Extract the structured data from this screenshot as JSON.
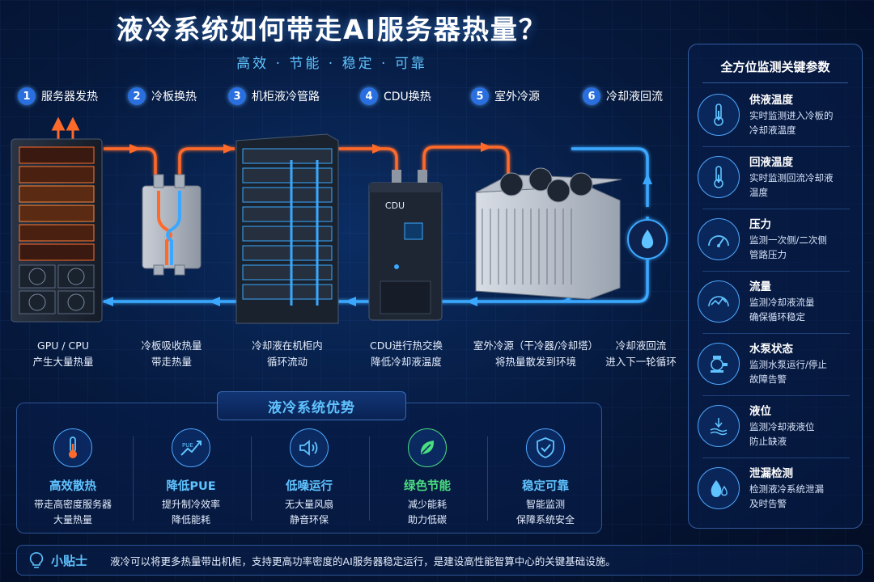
{
  "title": "液冷系统如何带走AI服务器热量？",
  "subtitle": "高效 · 节能 · 稳定 · 可靠",
  "steps": [
    {
      "num": "1",
      "label": "服务器发热"
    },
    {
      "num": "2",
      "label": "冷板换热"
    },
    {
      "num": "3",
      "label": "机柜液冷管路"
    },
    {
      "num": "4",
      "label": "CDU换热"
    },
    {
      "num": "5",
      "label": "室外冷源"
    },
    {
      "num": "6",
      "label": "冷却液回流"
    }
  ],
  "cdu_label": "CDU",
  "captions": [
    {
      "line1": "GPU / CPU",
      "line2": "产生大量热量"
    },
    {
      "line1": "冷板吸收热量",
      "line2": "带走热量"
    },
    {
      "line1": "冷却液在机柜内",
      "line2": "循环流动"
    },
    {
      "line1": "CDU进行热交换",
      "line2": "降低冷却液温度"
    },
    {
      "line1": "室外冷源（干冷器/冷却塔）",
      "line2": "将热量散发到环境"
    },
    {
      "line1": "冷却液回流",
      "line2": "进入下一轮循环"
    }
  ],
  "advantages": {
    "title": "液冷系统优势",
    "items": [
      {
        "name": "高效散热",
        "desc1": "带走高密度服务器",
        "desc2": "大量热量",
        "icon": "thermometer-icon"
      },
      {
        "name": "降低PUE",
        "desc1": "提升制冷效率",
        "desc2": "降低能耗",
        "icon": "pue-chart-icon",
        "icon_text": "PUE"
      },
      {
        "name": "低噪运行",
        "desc1": "无大量风扇",
        "desc2": "静音环保",
        "icon": "speaker-icon"
      },
      {
        "name": "绿色节能",
        "desc1": "减少能耗",
        "desc2": "助力低碳",
        "icon": "leaf-icon"
      },
      {
        "name": "稳定可靠",
        "desc1": "智能监测",
        "desc2": "保障系统安全",
        "icon": "shield-check-icon"
      }
    ]
  },
  "tip": {
    "label": "小贴士",
    "text": "液冷可以将更多热量带出机柜，支持更高功率密度的AI服务器稳定运行，是建设高性能智算中心的关键基础设施。"
  },
  "monitor": {
    "title": "全方位监测关键参数",
    "params": [
      {
        "name": "供液温度",
        "desc1": "实时监测进入冷板的",
        "desc2": "冷却液温度",
        "icon": "thermometer-icon"
      },
      {
        "name": "回液温度",
        "desc1": "实时监测回流冷却液",
        "desc2": "温度",
        "icon": "thermometer-icon"
      },
      {
        "name": "压力",
        "desc1": "监测一次侧/二次侧",
        "desc2": "管路压力",
        "icon": "gauge-icon"
      },
      {
        "name": "流量",
        "desc1": "监测冷却液流量",
        "desc2": "确保循环稳定",
        "icon": "flow-icon"
      },
      {
        "name": "水泵状态",
        "desc1": "监测水泵运行/停止",
        "desc2": "故障告警",
        "icon": "pump-icon"
      },
      {
        "name": "液位",
        "desc1": "监测冷却液液位",
        "desc2": "防止缺液",
        "icon": "liquid-level-icon"
      },
      {
        "name": "泄漏检测",
        "desc1": "检测液冷系统泄漏",
        "desc2": "及时告警",
        "icon": "leak-drop-icon"
      }
    ]
  },
  "colors": {
    "hot": "#ff6a2b",
    "cold": "#3aa8ff",
    "accent": "#5fc3ff",
    "green": "#4ade80"
  }
}
